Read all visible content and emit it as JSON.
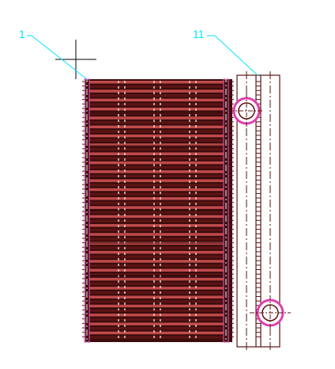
{
  "drawing": {
    "callouts": [
      {
        "label": "1",
        "target": "radiator-core"
      },
      {
        "label": "11",
        "target": "header-tubes"
      }
    ],
    "colors": {
      "background": "#ffffff",
      "fin": "#5a1414",
      "fin_highlight": "#c04a4a",
      "outline": "#ffffff",
      "centerline": "#ffffff",
      "pipe_ring": "#e040b0",
      "pipe_ring_inner": "#ff66cc",
      "crosshair": "#000000",
      "leader": "#00e5ff"
    },
    "fin_count": 58
  }
}
